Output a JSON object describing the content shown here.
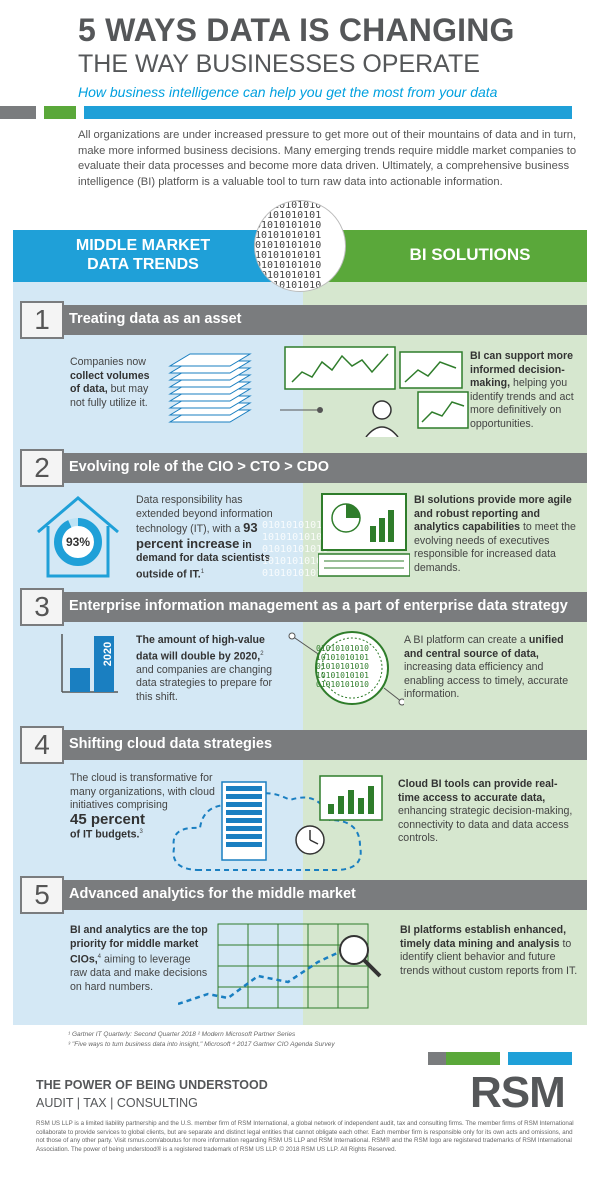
{
  "header": {
    "title_line1": "5 WAYS DATA IS CHANGING",
    "title_line2": "THE WAY BUSINESSES OPERATE",
    "subtitle": "How business intelligence can help you get the most from your data"
  },
  "intro": "All organizations are under increased pressure to get more out of their mountains of data and in turn, make more informed business decisions. Many emerging trends require middle market companies to evaluate their data processes and become more data driven. Ultimately, a comprehensive business intelligence (BI) platform is a valuable tool to turn raw data into actionable information.",
  "binary_rows": [
    "01010101010",
    "10101010101",
    "01010101010",
    "10101010101",
    "01010101010",
    "10101010101",
    "01010101010",
    "10101010101",
    "01010101010"
  ],
  "columns": {
    "left_line1": "MIDDLE MARKET",
    "left_line2": "DATA TRENDS",
    "right": "BI SOLUTIONS"
  },
  "sections": [
    {
      "number": "1",
      "title": "Treating data as an asset",
      "left_pre": "Companies now ",
      "left_bold": "collect volumes of data,",
      "left_post": " but may not fully utilize it.",
      "right_bold": "BI can support more informed decision-making,",
      "right_post": " helping you identify trends and act more definitively on opportunities."
    },
    {
      "number": "2",
      "title": "Evolving role of the CIO > CTO > CDO",
      "stat": "93%",
      "left_pre": "Data responsibility has extended beyond information technology (IT), with a ",
      "left_bold": "93 percent increase",
      "left_bold2": " in demand for data scientists outside of IT.",
      "left_sup": "1",
      "right_bold": "BI solutions provide more agile and robust reporting and analytics capabilities",
      "right_post": " to meet the evolving needs of executives responsible for increased data demands."
    },
    {
      "number": "3",
      "title": "Enterprise information management as a part of enterprise data strategy",
      "year": "2020",
      "left_bold": "The amount of high-value data will double by 2020,",
      "left_sup": "2",
      "left_post": " and companies are changing data strategies to prepare for this shift.",
      "right_pre": "A BI platform can create a ",
      "right_bold": "unified and central source of data,",
      "right_post": " increasing data efficiency and enabling access to timely, accurate information."
    },
    {
      "number": "4",
      "title": "Shifting cloud data strategies",
      "left_pre": "The cloud is transformative for many organizations, with cloud initiatives comprising",
      "left_big": "45 percent",
      "left_bold": "of IT budgets.",
      "left_sup": "3",
      "right_bold": "Cloud BI tools can provide real-time access to accurate data,",
      "right_post": " enhancing strategic decision-making, connectivity to data and data access controls."
    },
    {
      "number": "5",
      "title": "Advanced analytics for the middle market",
      "left_bold": "BI and analytics are the top priority for middle market CIOs,",
      "left_sup": "4",
      "left_post": " aiming to leverage raw data and make decisions on hard numbers.",
      "right_bold": "BI platforms establish enhanced, timely data mining and analysis",
      "right_post": " to identify client behavior and future trends without custom reports from IT."
    }
  ],
  "footnotes": {
    "line1": "¹ Gartner IT Quarterly: Second Quarter 2018   ² Modern Microsoft Partner Series",
    "line2": "³ \"Five ways to turn business data into insight,\" Microsoft   ⁴ 2017 Gartner CIO Agenda Survey"
  },
  "footer": {
    "tagline": "THE POWER OF BEING UNDERSTOOD",
    "services": "AUDIT | TAX | CONSULTING",
    "logo": "RSM",
    "legal": "RSM US LLP is a limited liability partnership and the U.S. member firm of RSM International, a global network of independent audit, tax and consulting firms. The member firms of RSM International collaborate to provide services to global clients, but are separate and distinct legal entities that cannot obligate each other. Each member firm is responsible only for its own acts and omissions, and not those of any other party. Visit rsmus.com/aboutus for more information regarding RSM US LLP and RSM International. RSM® and the RSM logo are registered trademarks of RSM International Association. The power of being understood® is a registered trademark of RSM US LLP. © 2018 RSM US LLP. All Rights Reserved."
  },
  "colors": {
    "gray": "#7a7c7e",
    "blue": "#1fa0d8",
    "green": "#5aa83a",
    "light_blue": "#d4e8f5",
    "light_green": "#d6e7cf"
  }
}
